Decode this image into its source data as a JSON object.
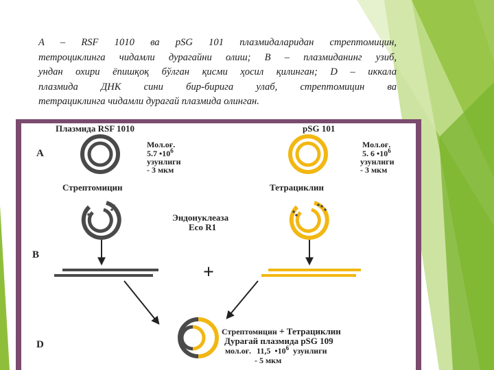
{
  "caption": {
    "lines": [
      "A – RSF 1010 ва pSG 101 плазмидаларидан стрептомицин,",
      "тетроциклинга чидамли дурагайни олиш; B – плазмиданинг узиб,",
      "ундан охири ёпишқоқ бўлган қисми ҳосил қилинган; D – иккала",
      "плазмида ДНК сини бир-бирига улаб, стрептомицин ва",
      "тетрациклинга чидамли дурагай плазмида олинган."
    ]
  },
  "figure": {
    "colors": {
      "gray_plasmid": "#4a4a4a",
      "yellow_plasmid": "#f2b712",
      "frame": "#7a4b6e"
    },
    "row_labels": {
      "a": "A",
      "b": "B",
      "d": "D"
    },
    "plasmid_left": {
      "title": "Плазмида RSF 1010",
      "mol_label": "Мол.оғ.",
      "mol_value": "5.7 •10",
      "mol_exp": "6",
      "length_label": "узунлиги",
      "length_value": "- 3 мкм",
      "antibiotic": "Стрептомицин"
    },
    "plasmid_right": {
      "title": "pSG 101",
      "mol_label": "Мол.оғ.",
      "mol_value": "5. 6 •10",
      "mol_exp": "6",
      "length_label": "узунлиги",
      "length_value": "- 3 мкм",
      "antibiotic": "Тетрациклин"
    },
    "enzyme": {
      "line1": "Эндонуклеаза",
      "line2": "Eco R1"
    },
    "plus_sign": "+",
    "result": {
      "antibiotics_left": "Стрептомицин",
      "antibiotics_plus": "+",
      "antibiotics_right": "Тетрациклин",
      "title": "Дурагай плазмида pSG 109",
      "mol_label": "мол.оғ.",
      "mol_value": "11,5",
      "mol_mult": "•10",
      "mol_exp": "6",
      "length_label": "узунлиги",
      "length_value": "- 5 мкм"
    }
  }
}
